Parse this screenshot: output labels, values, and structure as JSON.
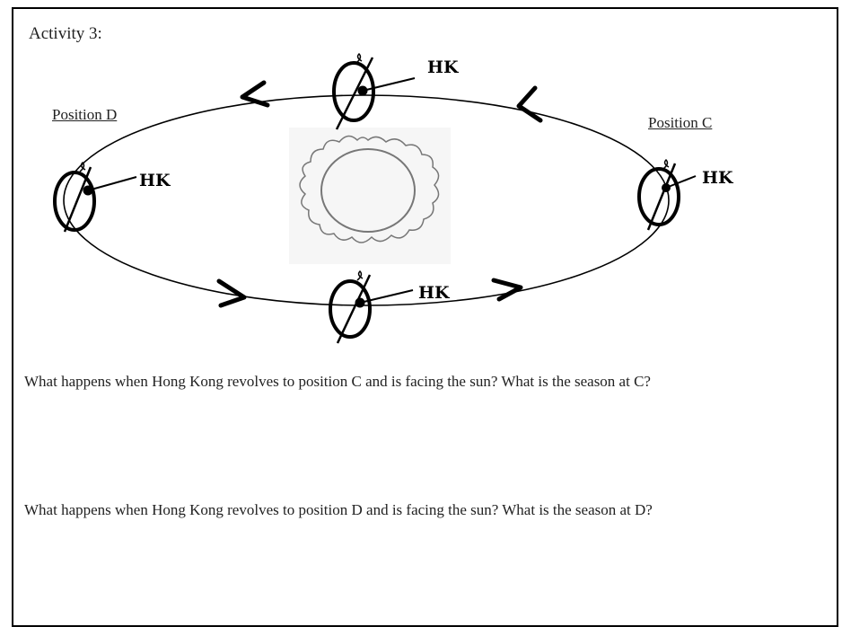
{
  "activity_title": "Activity 3:",
  "positions": {
    "d_label": "Position D",
    "c_label": "Position C"
  },
  "earth_marker_label": "HK",
  "questions": [
    "What happens when Hong Kong revolves to position C and is facing the sun? What is the season at C?",
    "What happens when Hong Kong revolves to position D and is facing the sun? What is the season at D?"
  ]
}
